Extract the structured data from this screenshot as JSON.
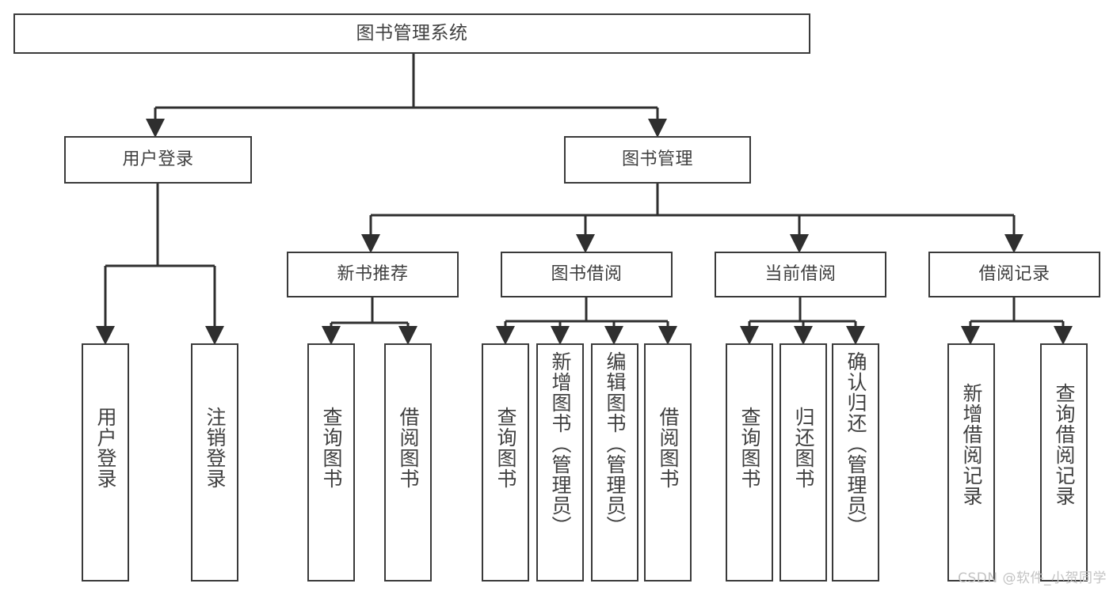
{
  "diagram": {
    "title": "图书管理系统",
    "type": "tree-hierarchy-diagram",
    "colors": {
      "background": "#ffffff",
      "box_border": "#3a3a3a",
      "text": "#404040",
      "connector": "#2f2f2f",
      "watermark": "#c3c3c3"
    },
    "root": {
      "label": "图书管理系统"
    },
    "level2": [
      {
        "label": "用户登录"
      },
      {
        "label": "图书管理"
      }
    ],
    "level3": [
      {
        "label": "新书推荐"
      },
      {
        "label": "图书借阅"
      },
      {
        "label": "当前借阅"
      },
      {
        "label": "借阅记录"
      }
    ],
    "leaves": {
      "user_login": [
        {
          "label": "用户登录"
        },
        {
          "label": "注销登录"
        }
      ],
      "new_book_recommend": [
        {
          "label": "查询图书"
        },
        {
          "label": "借阅图书"
        }
      ],
      "book_borrow": [
        {
          "label": "查询图书"
        },
        {
          "label": "新增图书（管理员）"
        },
        {
          "label": "编辑图书（管理员）"
        },
        {
          "label": "借阅图书"
        }
      ],
      "current_borrow": [
        {
          "label": "查询图书"
        },
        {
          "label": "归还图书"
        },
        {
          "label": "确认归还（管理员）"
        }
      ],
      "borrow_record": [
        {
          "label": "新增借阅记录"
        },
        {
          "label": "查询借阅记录"
        }
      ]
    },
    "watermark": "CSDN @软件_小贺同学"
  }
}
